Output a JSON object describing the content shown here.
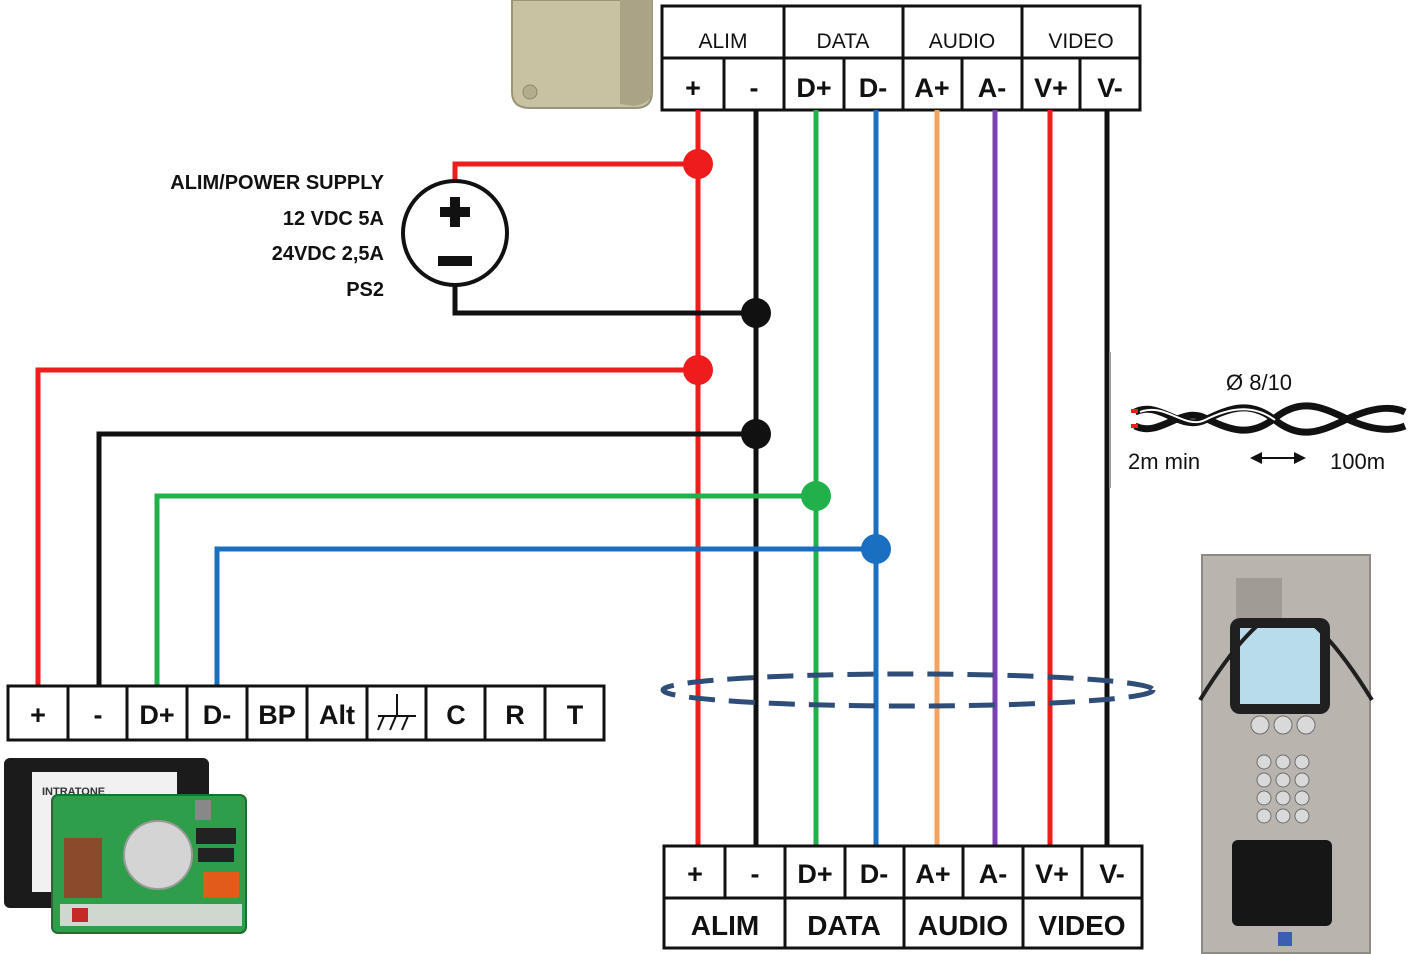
{
  "top_block": {
    "groups": [
      "ALIM",
      "DATA",
      "AUDIO",
      "VIDEO"
    ],
    "terminals": [
      "+",
      "-",
      "D+",
      "D-",
      "A+",
      "A-",
      "V+",
      "V-"
    ]
  },
  "bottom_block": {
    "terminals": [
      "+",
      "-",
      "D+",
      "D-",
      "A+",
      "A-",
      "V+",
      "V-"
    ],
    "groups": [
      "ALIM",
      "DATA",
      "AUDIO",
      "VIDEO"
    ]
  },
  "power_supply": {
    "lines": [
      "ALIM/POWER SUPPLY",
      "12 VDC 5A",
      "24VDC 2,5A",
      "PS2"
    ]
  },
  "cable_spec": {
    "diameter": "Ø 8/10",
    "min_length": "2m min",
    "max_length": "100m"
  },
  "left_block": {
    "terminals": [
      "+",
      "-",
      "D+",
      "D-",
      "BP",
      "Alt",
      "",
      "C",
      "R",
      "T"
    ]
  },
  "wire_colors": {
    "positive": "#ee1c1c",
    "negative": "#111111",
    "data_plus": "#22b04b",
    "data_minus": "#1a6fc0",
    "audio_plus": "#f4a460",
    "audio_minus": "#7b3fb5",
    "video_plus": "#ee1c1c",
    "video_minus": "#111111"
  }
}
